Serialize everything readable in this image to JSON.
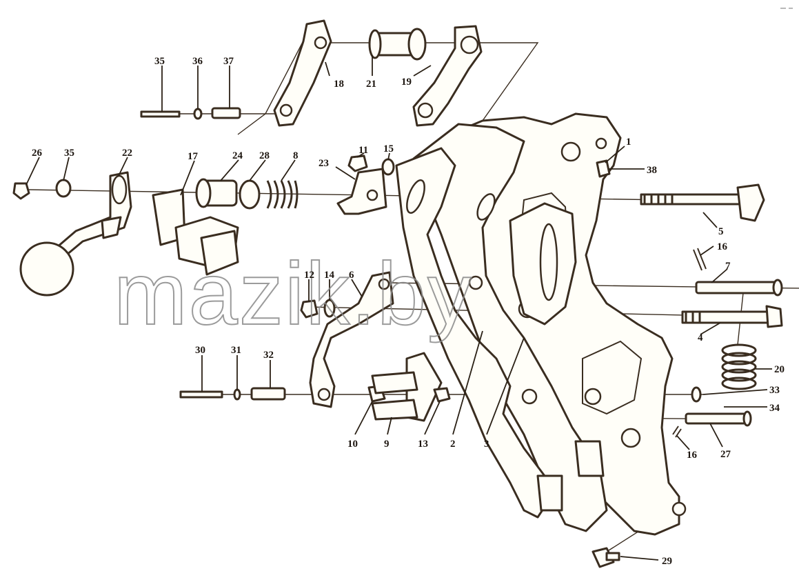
{
  "diagram": {
    "watermark": "mazik.by",
    "callouts": [
      {
        "id": "1",
        "label": "1"
      },
      {
        "id": "2",
        "label": "2"
      },
      {
        "id": "3",
        "label": "3"
      },
      {
        "id": "4",
        "label": "4"
      },
      {
        "id": "5",
        "label": "5"
      },
      {
        "id": "6",
        "label": "6"
      },
      {
        "id": "7",
        "label": "7"
      },
      {
        "id": "8",
        "label": "8"
      },
      {
        "id": "9",
        "label": "9"
      },
      {
        "id": "10",
        "label": "10"
      },
      {
        "id": "11",
        "label": "11"
      },
      {
        "id": "12",
        "label": "12"
      },
      {
        "id": "13",
        "label": "13"
      },
      {
        "id": "14",
        "label": "14"
      },
      {
        "id": "15",
        "label": "15"
      },
      {
        "id": "16a",
        "label": "16"
      },
      {
        "id": "16b",
        "label": "16"
      },
      {
        "id": "17",
        "label": "17"
      },
      {
        "id": "18",
        "label": "18"
      },
      {
        "id": "19",
        "label": "19"
      },
      {
        "id": "20",
        "label": "20"
      },
      {
        "id": "21",
        "label": "21"
      },
      {
        "id": "22",
        "label": "22"
      },
      {
        "id": "23",
        "label": "23"
      },
      {
        "id": "24",
        "label": "24"
      },
      {
        "id": "26",
        "label": "26"
      },
      {
        "id": "27",
        "label": "27"
      },
      {
        "id": "28",
        "label": "28"
      },
      {
        "id": "29",
        "label": "29"
      },
      {
        "id": "30",
        "label": "30"
      },
      {
        "id": "31",
        "label": "31"
      },
      {
        "id": "32",
        "label": "32"
      },
      {
        "id": "33",
        "label": "33"
      },
      {
        "id": "34",
        "label": "34"
      },
      {
        "id": "35a",
        "label": "35"
      },
      {
        "id": "35b",
        "label": "35"
      },
      {
        "id": "36",
        "label": "36"
      },
      {
        "id": "37",
        "label": "37"
      },
      {
        "id": "38",
        "label": "38"
      }
    ]
  }
}
